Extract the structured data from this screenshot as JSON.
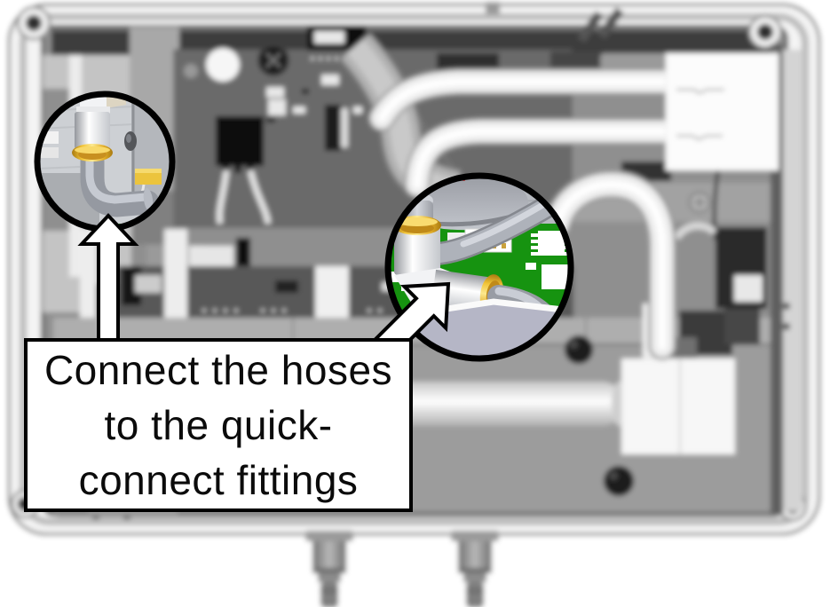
{
  "caption": {
    "line1": "Connect the hoses",
    "line2": "to the quick-",
    "line3": "connect fittings"
  },
  "colors": {
    "pcb_green": "#169310",
    "fitting_gold": "#F2C437",
    "hose_gray": "#A9ADB5",
    "callout_ring_black": "#000000",
    "label_background": "#FFFFFF",
    "label_border": "#000000"
  },
  "icons": {
    "up_arrow_icon": "white outlined arrow pointing up at left fitting callout",
    "up_right_arrow_icon": "white outlined arrow pointing up-right at center fitting callout"
  }
}
